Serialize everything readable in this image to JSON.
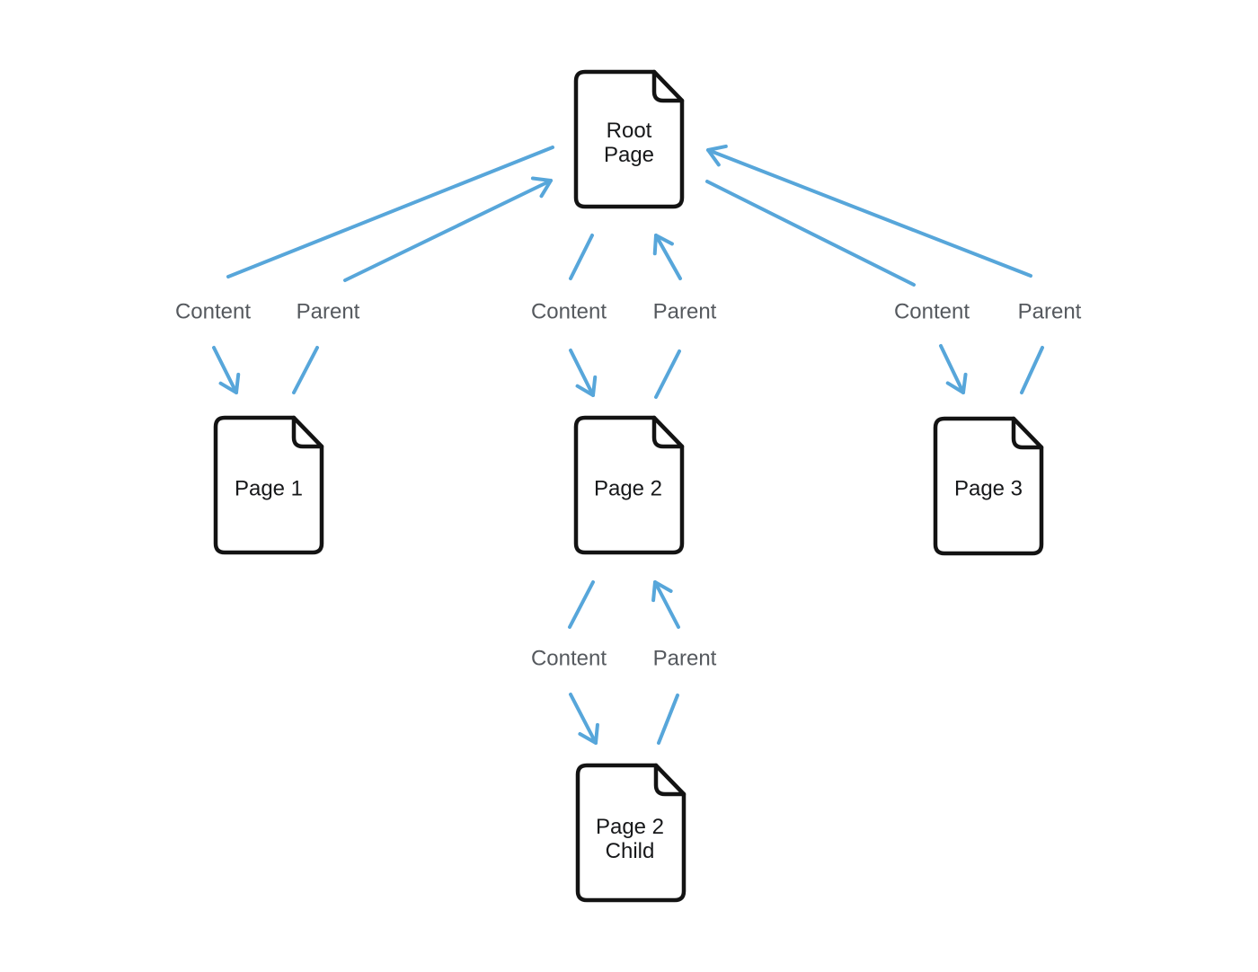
{
  "diagram": {
    "title": "Page hierarchy diagram with Content and Parent relationships",
    "nodes": {
      "root": {
        "label": "Root\nPage",
        "icon": "document-icon"
      },
      "page1": {
        "label": "Page 1",
        "icon": "document-icon"
      },
      "page2": {
        "label": "Page 2",
        "icon": "document-icon"
      },
      "page3": {
        "label": "Page 3",
        "icon": "document-icon"
      },
      "page2_child": {
        "label": "Page 2\nChild",
        "icon": "document-icon"
      }
    },
    "edges": {
      "root_to_page1": {
        "content": "Content",
        "parent": "Parent"
      },
      "root_to_page2": {
        "content": "Content",
        "parent": "Parent"
      },
      "root_to_page3": {
        "content": "Content",
        "parent": "Parent"
      },
      "page2_to_child": {
        "content": "Content",
        "parent": "Parent"
      }
    },
    "colors": {
      "arrow_blue": "#57a6da",
      "edge_label_gray": "#55595e",
      "node_stroke_black": "#131313",
      "node_text_black": "#17181a",
      "background": "#ffffff"
    }
  }
}
